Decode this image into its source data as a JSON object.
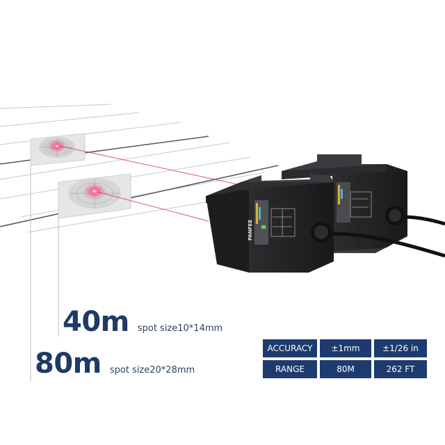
{
  "product": {
    "brand_label": "PANFEE",
    "icon": "laser-distance-sensor-icon"
  },
  "distances": [
    {
      "distance": "40m",
      "spot": "spot size10*14mm"
    },
    {
      "distance": "80m",
      "spot": "spot size20*28mm"
    }
  ],
  "specs": {
    "rows": [
      [
        "ACCURACY",
        "±1mm",
        "±1/26 in"
      ],
      [
        "RANGE",
        "80M",
        "262 FT"
      ]
    ]
  },
  "colors": {
    "accent": "#1d3b6e",
    "laser": "#e0457a",
    "sensor_body": "#2a2b2d"
  }
}
